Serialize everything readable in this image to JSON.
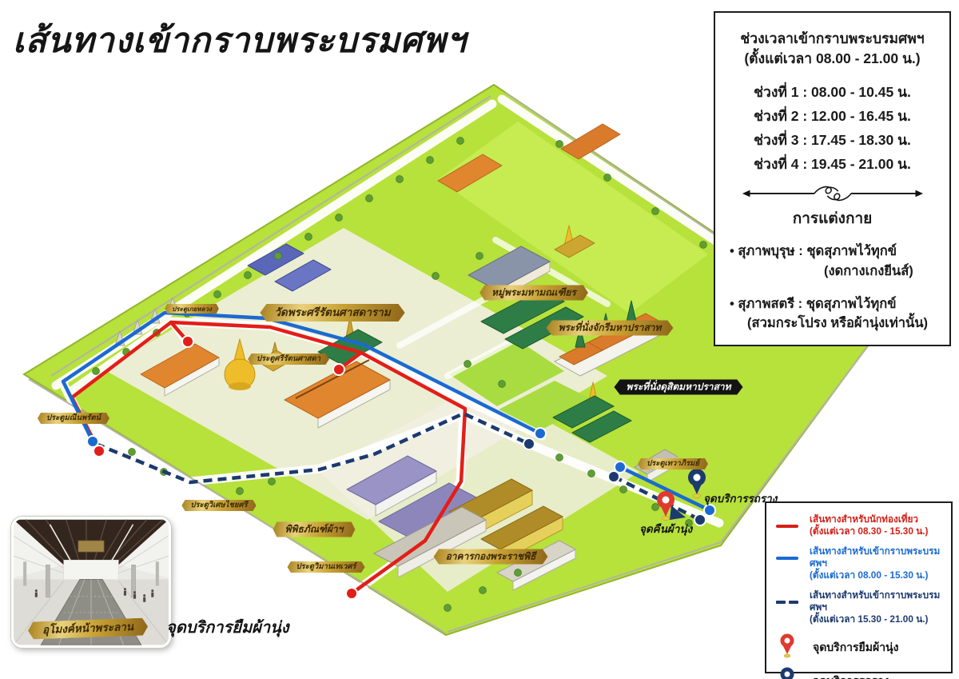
{
  "title": "เส้นทางเข้ากราบพระบรมศพฯ",
  "schedule_box": {
    "heading_line1": "ช่วงเวลาเข้ากราบพระบรมศพฯ",
    "heading_line2": "(ตั้งแต่เวลา 08.00 - 21.00 น.)",
    "periods": [
      "ช่วงที่ 1 : 08.00 - 10.45 น.",
      "ช่วงที่ 2 : 12.00 - 16.45 น.",
      "ช่วงที่ 3 : 17.45 - 18.30 น.",
      "ช่วงที่ 4 : 19.45 - 21.00 น."
    ],
    "dress_code": {
      "heading": "การแต่งกาย",
      "men_line1": "• สุภาพบุรุษ : ชุดสุภาพไว้ทุกข์",
      "men_line2": "(งดกางเกงยีนส์)",
      "women_line1": "• สุภาพสตรี : ชุดสุภาพไว้ทุกข์",
      "women_line2": "(สวมกระโปรง หรือผ้านุ่งเท่านั้น)"
    }
  },
  "legend": {
    "routes": [
      {
        "label": "เส้นทางสำหรับนักท่องเที่ยว",
        "time": "(ตั้งแต่เวลา 08.30 - 15.30 น.)",
        "color": "#d42019",
        "style": "solid"
      },
      {
        "label": "เส้นทางสำหรับเข้ากราบพระบรมศพฯ",
        "time": "(ตั้งแต่เวลา 08.00 - 15.30 น.)",
        "color": "#1b6ad2",
        "style": "solid"
      },
      {
        "label": "เส้นทางสำหรับเข้ากราบพระบรมศพฯ",
        "time": "(ตั้งแต่เวลา 15.30 - 21.00 น.)",
        "color": "#1c3a6e",
        "style": "dashed"
      }
    ],
    "pins": [
      {
        "label": "จุดบริการยืมผ้านุ่ง",
        "color": "#e0392e"
      },
      {
        "label": "จุดบริการรถราง",
        "color": "#1c3a6e"
      }
    ]
  },
  "map": {
    "banners": [
      {
        "label": "วัดพระศรีรัตนศาสดาราม"
      },
      {
        "label": "หมู่พระมหามณเฑียร"
      },
      {
        "label": "พระที่นั่งจักรีมหาปราสาท"
      },
      {
        "label": "พระที่นั่งดุสิตมหาปราสาท"
      },
      {
        "label": "ประตูศรีรัตนศาสดา"
      },
      {
        "label": "ประตูมณีนพรัตน์"
      },
      {
        "label": "ประตูวิเศษไชยศรี"
      },
      {
        "label": "พิพิธภัณฑ์ผ้าฯ"
      },
      {
        "label": "ประตูวิมานเทเวศร์"
      },
      {
        "label": "อาคารกองพระราชพิธี"
      },
      {
        "label": "ประตูเทวาภิรมย์"
      },
      {
        "label": "ประตูเกยหลวง"
      },
      {
        "label": "อุโมงค์หน้าพระลาน"
      }
    ],
    "pin_labels": {
      "sarong_lend": "จุดบริการยืมผ้านุ่ง",
      "sarong_return": "จุดคืนผ้านุ่ง",
      "tram": "จุดบริการรถราง"
    }
  }
}
